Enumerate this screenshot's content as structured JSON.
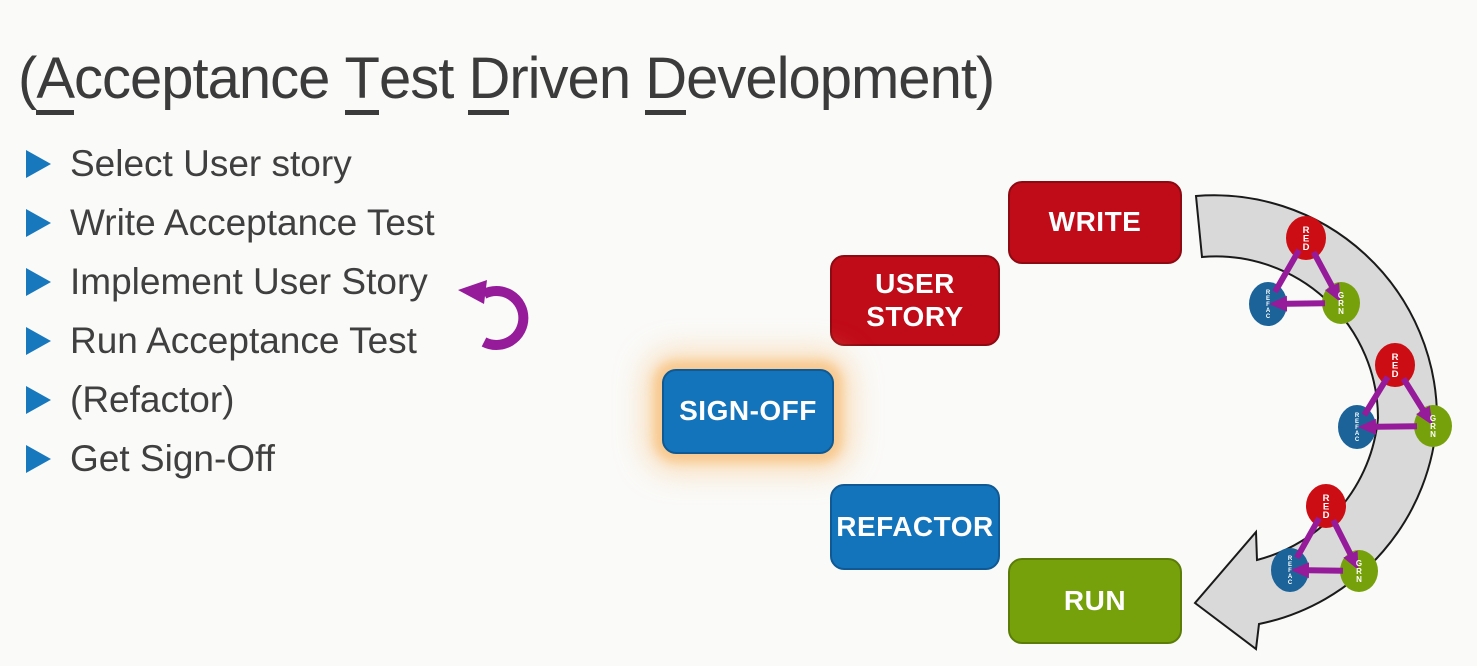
{
  "title": {
    "full_text": "(Acceptance Test Driven Development)",
    "segments": [
      {
        "t": "(",
        "u": false
      },
      {
        "t": "A",
        "u": true
      },
      {
        "t": "cceptance ",
        "u": false
      },
      {
        "t": "T",
        "u": true
      },
      {
        "t": "est ",
        "u": false
      },
      {
        "t": "D",
        "u": true
      },
      {
        "t": "riven ",
        "u": false
      },
      {
        "t": "D",
        "u": true
      },
      {
        "t": "evelopment)",
        "u": false
      }
    ]
  },
  "bullets": {
    "items": [
      "Select User story",
      "Write Acceptance Test",
      "Implement User Story",
      "Run Acceptance Test",
      "(Refactor)",
      "Get Sign-Off"
    ]
  },
  "diagram": {
    "boxes": {
      "write": {
        "lines": [
          "WRITE",
          ""
        ]
      },
      "user_story": {
        "lines": [
          "USER",
          "STORY"
        ]
      },
      "sign_off": {
        "lines": [
          "SIGN-OFF",
          ""
        ],
        "highlighted": true
      },
      "refactor": {
        "lines": [
          "REFACTOR",
          ""
        ]
      },
      "run": {
        "lines": [
          "RUN",
          ""
        ]
      }
    },
    "cycle_labels": {
      "red": "RED",
      "green": "GRN",
      "blue": "REFAC"
    },
    "cycle_count": 3
  },
  "icons": {
    "bullet_marker": "triangle-right",
    "loop_arrow": "curved-loop-arrow",
    "swoosh": "curved-block-arrow"
  },
  "colors": {
    "background": "#fafaf8",
    "title": "#3b3b3b",
    "text": "#3f3f3f",
    "bullet_marker": "#1878be",
    "box_red": "#c00b18",
    "box_blue": "#1474bb",
    "box_green": "#76a10b",
    "cycle_red": "#cc0e14",
    "cycle_green": "#76a10b",
    "cycle_blue": "#1b6399",
    "purple": "#951b9b",
    "swoosh_fill": "#d9d9d9",
    "swoosh_stroke": "#1a1a1a",
    "glow": "#f8c98f"
  }
}
